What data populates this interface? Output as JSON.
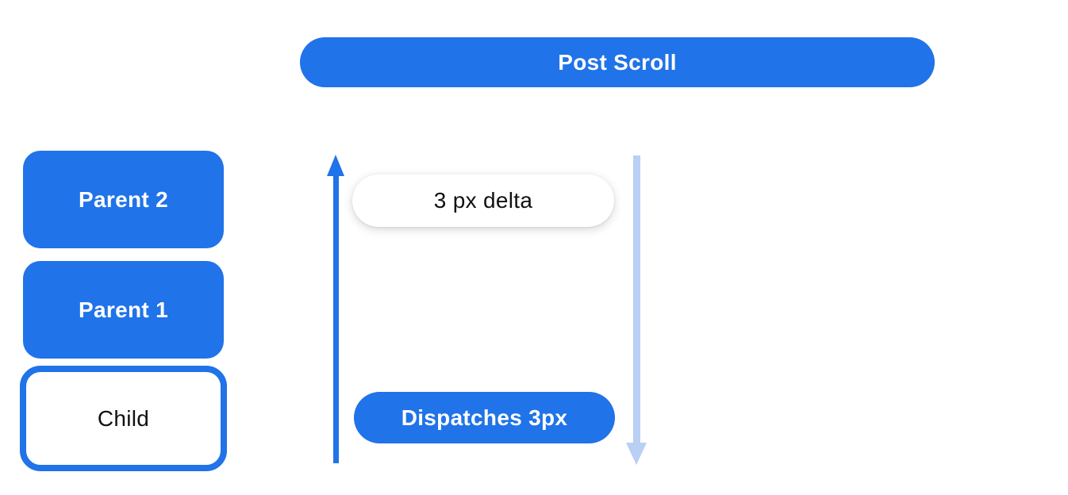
{
  "diagram": {
    "post_scroll_bar": {
      "label": "Post Scroll"
    },
    "widget_stack": [
      {
        "label": "Parent 2",
        "style": "filled"
      },
      {
        "label": "Parent 1",
        "style": "filled"
      },
      {
        "label": "Child",
        "style": "outlined"
      }
    ],
    "notification_flow": {
      "delta_pill": {
        "label": "3 px delta"
      },
      "dispatch_pill": {
        "label": "Dispatches 3px"
      },
      "up_arrow_icon": "arrow-up",
      "down_arrow_icon": "arrow-down"
    }
  },
  "colors": {
    "primary_blue": "#2073e8",
    "light_blue": "#b9cff4",
    "text_on_blue": "#ffffff",
    "text_dark": "#111111",
    "background": "#ffffff"
  }
}
